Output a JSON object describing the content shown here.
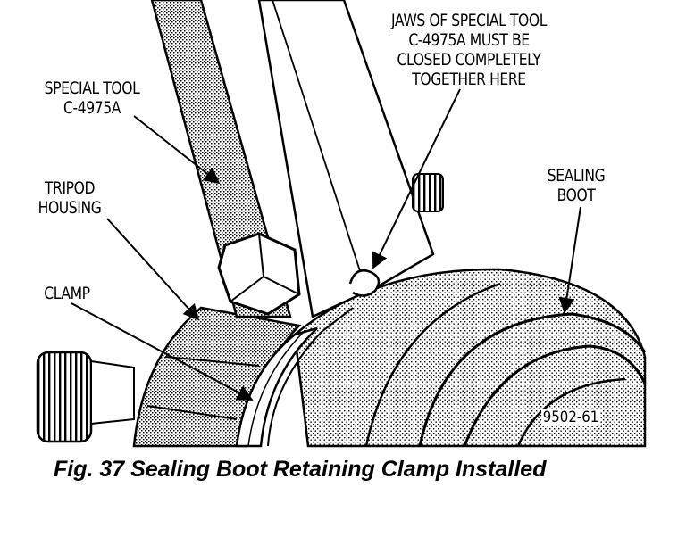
{
  "labels": {
    "special_tool": [
      "SPECIAL TOOL",
      "C-4975A"
    ],
    "jaws": [
      "JAWS OF SPECIAL TOOL",
      "C-4975A MUST BE",
      "CLOSED COMPLETELY",
      "TOGETHER HERE"
    ],
    "tripod_housing": [
      "TRIPOD",
      "HOUSING"
    ],
    "clamp": [
      "CLAMP"
    ],
    "sealing_boot": [
      "SEALING",
      "BOOT"
    ]
  },
  "figure_number": "9502-61",
  "caption": "Fig. 37 Sealing Boot Retaining Clamp Installed",
  "colors": {
    "ink": "#000000",
    "paper": "#ffffff"
  }
}
